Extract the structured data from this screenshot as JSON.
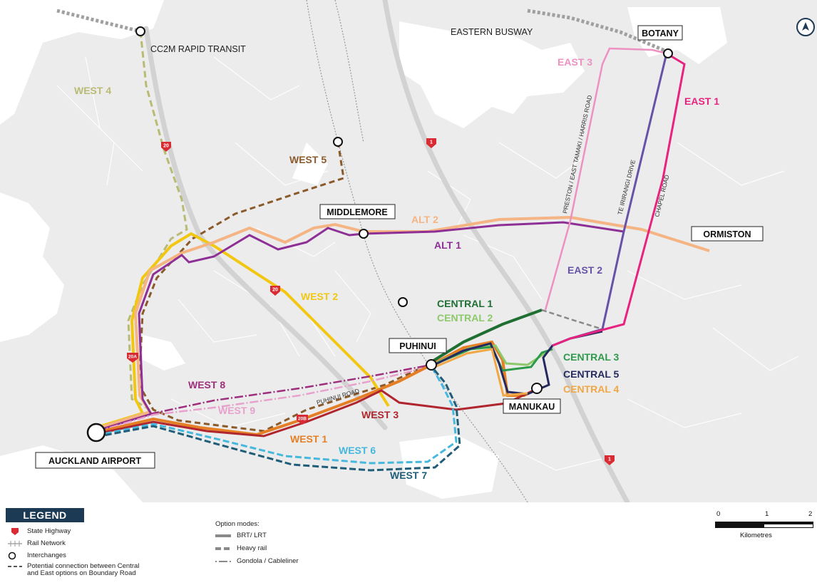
{
  "places": {
    "botany": "BOTANY",
    "middlemore": "MIDDLEMORE",
    "ormiston": "ORMISTON",
    "puhinui": "PUHINUI",
    "manukau": "MANUKAU",
    "auckland_airport": "AUCKLAND AIRPORT"
  },
  "transit_labels": {
    "eastern_busway": "EASTERN BUSWAY",
    "cc2m": "CC2M RAPID TRANSIT"
  },
  "roads": {
    "preston": "PRESTON / EAST TAMAKI / HARRIS ROAD",
    "te_irirangi": "TE IRIRANGI DRIVE",
    "chapel": "CHAPEL ROAD",
    "puhinui_road": "PUHINUI ROAD"
  },
  "highway_shields": [
    "20",
    "20",
    "20A",
    "20B",
    "1",
    "1"
  ],
  "routes": {
    "west4": {
      "label": "WEST 4",
      "color": "#b9bb74"
    },
    "west5": {
      "label": "WEST 5",
      "color": "#8b5a2b"
    },
    "west2": {
      "label": "WEST 2",
      "color": "#f2c712"
    },
    "west8": {
      "label": "WEST 8",
      "color": "#9d2f7d"
    },
    "west9": {
      "label": "WEST 9",
      "color": "#e8a1cc"
    },
    "west3": {
      "label": "WEST 3",
      "color": "#b0252e"
    },
    "west1": {
      "label": "WEST 1",
      "color": "#e57f25"
    },
    "west6": {
      "label": "WEST 6",
      "color": "#46b7dd"
    },
    "west7": {
      "label": "WEST 7",
      "color": "#1f5d78"
    },
    "alt1": {
      "label": "ALT 1",
      "color": "#8e2f96"
    },
    "alt2": {
      "label": "ALT 2",
      "color": "#f4b483"
    },
    "east1": {
      "label": "EAST 1",
      "color": "#e8237f"
    },
    "east2": {
      "label": "EAST 2",
      "color": "#6652a6"
    },
    "east3": {
      "label": "EAST 3",
      "color": "#ec91c2"
    },
    "central1": {
      "label": "CENTRAL 1",
      "color": "#1f6f33"
    },
    "central2": {
      "label": "CENTRAL 2",
      "color": "#8dc86b"
    },
    "central3": {
      "label": "CENTRAL 3",
      "color": "#2c9a4a"
    },
    "central5": {
      "label": "CENTRAL 5",
      "color": "#24295e"
    },
    "central4": {
      "label": "CENTRAL 4",
      "color": "#f0a745"
    }
  },
  "compass": {
    "icon": "north-arrow-icon"
  },
  "legend": {
    "title": "LEGEND",
    "state_highway": "State Highway",
    "rail_network": "Rail Network",
    "interchanges": "Interchanges",
    "potential_connection": "Potential connection between Central",
    "potential_connection_2": "and East options on Boundary Road",
    "option_modes": "Option modes:",
    "brt": "BRT/ LRT",
    "heavy_rail": "Heavy rail",
    "gondola": "Gondola / Cableliner"
  },
  "scale_bar": {
    "ticks": [
      "0",
      "1",
      "2"
    ],
    "unit": "Kilometres"
  }
}
